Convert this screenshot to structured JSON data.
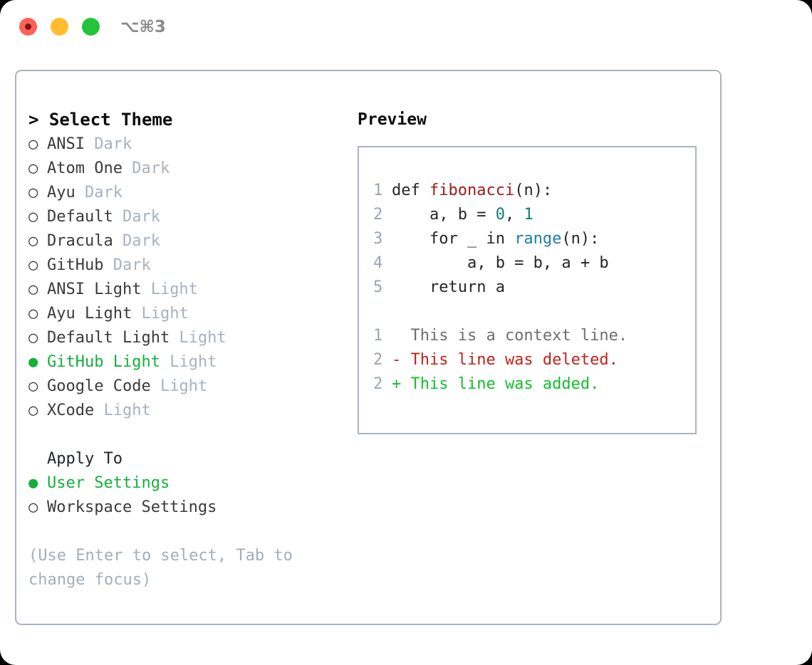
{
  "titlebar": {
    "shortcut": "⌥⌘3",
    "buttons": [
      "close",
      "minimize",
      "zoom"
    ]
  },
  "theme_picker": {
    "heading": "> Select Theme",
    "marker_selected": "●",
    "marker_unselected": "○",
    "items": [
      {
        "name": "ANSI",
        "variant": "Dark",
        "selected": false
      },
      {
        "name": "Atom One",
        "variant": "Dark",
        "selected": false
      },
      {
        "name": "Ayu",
        "variant": "Dark",
        "selected": false
      },
      {
        "name": "Default",
        "variant": "Dark",
        "selected": false
      },
      {
        "name": "Dracula",
        "variant": "Dark",
        "selected": false
      },
      {
        "name": "GitHub",
        "variant": "Dark",
        "selected": false
      },
      {
        "name": "ANSI Light",
        "variant": "Light",
        "selected": false
      },
      {
        "name": "Ayu Light",
        "variant": "Light",
        "selected": false
      },
      {
        "name": "Default Light",
        "variant": "Light",
        "selected": false
      },
      {
        "name": "GitHub Light",
        "variant": "Light",
        "selected": true
      },
      {
        "name": "Google Code",
        "variant": "Light",
        "selected": false
      },
      {
        "name": "XCode",
        "variant": "Light",
        "selected": false
      }
    ]
  },
  "apply_to": {
    "label": "Apply To",
    "options": [
      {
        "name": "User Settings",
        "selected": true
      },
      {
        "name": "Workspace Settings",
        "selected": false
      }
    ]
  },
  "hint": "(Use Enter to select, Tab to change focus)",
  "preview": {
    "title": "Preview",
    "code_lines": [
      {
        "num": "1",
        "segments": [
          {
            "text": "def ",
            "type": "plain"
          },
          {
            "text": "fibonacci",
            "type": "fn"
          },
          {
            "text": "(n):",
            "type": "plain"
          }
        ]
      },
      {
        "num": "2",
        "segments": [
          {
            "text": "    a, b = ",
            "type": "plain"
          },
          {
            "text": "0",
            "type": "num"
          },
          {
            "text": ", ",
            "type": "plain"
          },
          {
            "text": "1",
            "type": "num"
          }
        ]
      },
      {
        "num": "3",
        "segments": [
          {
            "text": "    for _ in ",
            "type": "plain"
          },
          {
            "text": "range",
            "type": "call"
          },
          {
            "text": "(n):",
            "type": "plain"
          }
        ]
      },
      {
        "num": "4",
        "segments": [
          {
            "text": "        a, b = b, a + b",
            "type": "plain"
          }
        ]
      },
      {
        "num": "5",
        "segments": [
          {
            "text": "    return a",
            "type": "plain"
          }
        ]
      }
    ],
    "diff_lines": [
      {
        "num": "1",
        "text": "  This is a context line.",
        "type": "context"
      },
      {
        "num": "2",
        "text": "- This line was deleted.",
        "type": "deleted"
      },
      {
        "num": "2",
        "text": "+ This line was added.",
        "type": "added"
      }
    ]
  },
  "colors": {
    "accent_green": "#14b03a",
    "muted": "#a8b1bf",
    "border": "#aab4c2",
    "code_function": "#a01b1b",
    "code_number": "#0f7d74",
    "code_call": "#1a7fa8",
    "diff_deleted": "#c2221b",
    "diff_added": "#13bf2b"
  }
}
